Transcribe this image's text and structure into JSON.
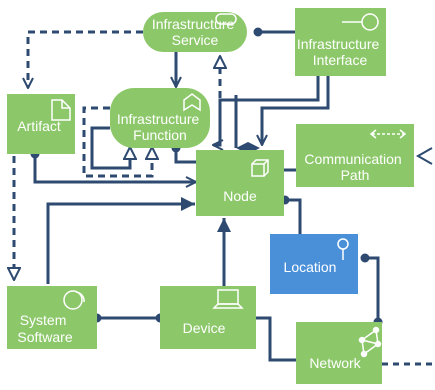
{
  "diagram": {
    "elements": {
      "infrastructure_service": {
        "lines": [
          "Infrastructure",
          "Service"
        ]
      },
      "infrastructure_interface": {
        "lines": [
          "Infrastructure",
          "Interface"
        ]
      },
      "artifact": {
        "lines": [
          "Artifact"
        ]
      },
      "infrastructure_function": {
        "lines": [
          "Infrastructure",
          "Function"
        ]
      },
      "node": {
        "lines": [
          "Node"
        ]
      },
      "communication_path": {
        "lines": [
          "Communication",
          "Path"
        ]
      },
      "location": {
        "lines": [
          "Location"
        ]
      },
      "system_software": {
        "lines": [
          "System",
          "Software"
        ]
      },
      "device": {
        "lines": [
          "Device"
        ]
      },
      "network": {
        "lines": [
          "Network"
        ]
      }
    },
    "icons": {
      "infrastructure_service": "service-icon",
      "infrastructure_interface": "interface-lollipop-icon",
      "artifact": "artifact-folded-page-icon",
      "infrastructure_function": "function-chevron-icon",
      "node": "node-cube-icon",
      "communication_path": "bidirectional-dashed-arrow-icon",
      "location": "location-pin-icon",
      "system_software": "system-software-circles-icon",
      "device": "device-laptop-icon",
      "network": "network-graph-icon"
    },
    "colors": {
      "element_fill": "#8cc86a",
      "location_fill": "#4a90d9",
      "element_text": "#ffffff",
      "connector": "#2e4a70"
    }
  }
}
